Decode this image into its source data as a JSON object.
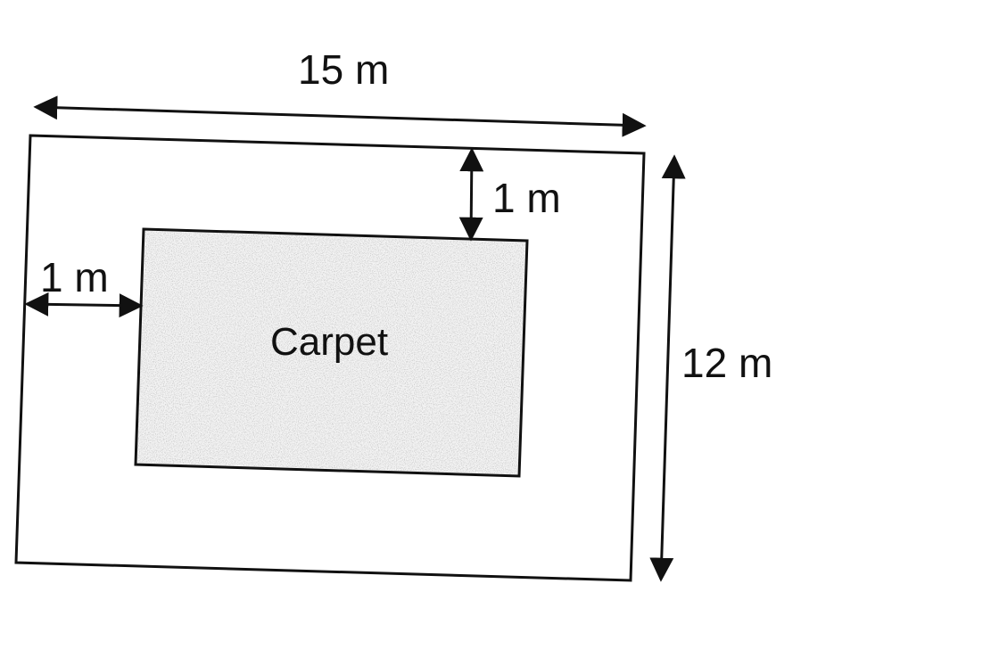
{
  "room": {
    "width_label": "15 m",
    "height_label": "12 m"
  },
  "carpet": {
    "label": "Carpet",
    "top_gap_label": "1 m",
    "left_gap_label": "1 m"
  },
  "colors": {
    "line": "#111111",
    "carpet_fill": "#f2f2f2",
    "speckle": "#555555"
  }
}
